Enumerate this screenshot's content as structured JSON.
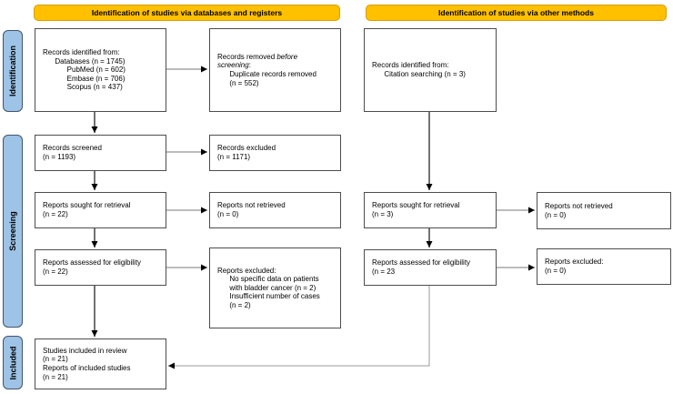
{
  "headers": {
    "left": "Identification of studies via databases and registers",
    "right": "Identification of studies via other methods"
  },
  "stages": {
    "identification": "Identification",
    "screening": "Screening",
    "included": "Included"
  },
  "boxes": {
    "db_identified": "Records identified from:\n      Databases (n = 1745)\n            PubMed (n = 602)\n            Embase (n = 706)\n            Scopus (n = 437)",
    "records_removed": {
      "p1": "Records removed ",
      "italic": "before\nscreening",
      "p3": ":\n      Duplicate records removed\n      (n = 552)"
    },
    "records_screened": "Records screened\n(n = 1193)",
    "records_excluded": "Records excluded\n(n = 1171)",
    "reports_sought": "Reports sought for retrieval\n(n = 22)",
    "reports_not_retrieved": "Reports not retrieved\n(n = 0)",
    "reports_assessed": "Reports assessed for eligibility\n(n = 22)",
    "reports_excluded": "Reports excluded:\n      No specific data on patients\n      with bladder cancer (n = 2)\n      Insufficient number of cases\n      (n = 2)",
    "included": "Studies included in review\n(n = 21)\nReports of included studies\n(n = 21)",
    "other_identified": "Records identified from:\n      Citation searching (n = 3)",
    "other_sought": "Reports sought for retrieval\n(n = 3)",
    "other_not_retrieved": "Reports not retrieved\n(n = 0)",
    "other_assessed": "Reports assessed for eligibility\n(n = 23",
    "other_excluded": "Reports excluded:\n(n = 0)"
  },
  "colors": {
    "header_fill": "#FFC000",
    "header_border": "#D79E00",
    "stage_fill": "#9DC3E6",
    "stage_border": "#44546A",
    "box_border": "#4D4D4D",
    "arrow_dark": "#262626",
    "arrow_mid": "#7A7A7A",
    "arrow_light": "#999999"
  }
}
